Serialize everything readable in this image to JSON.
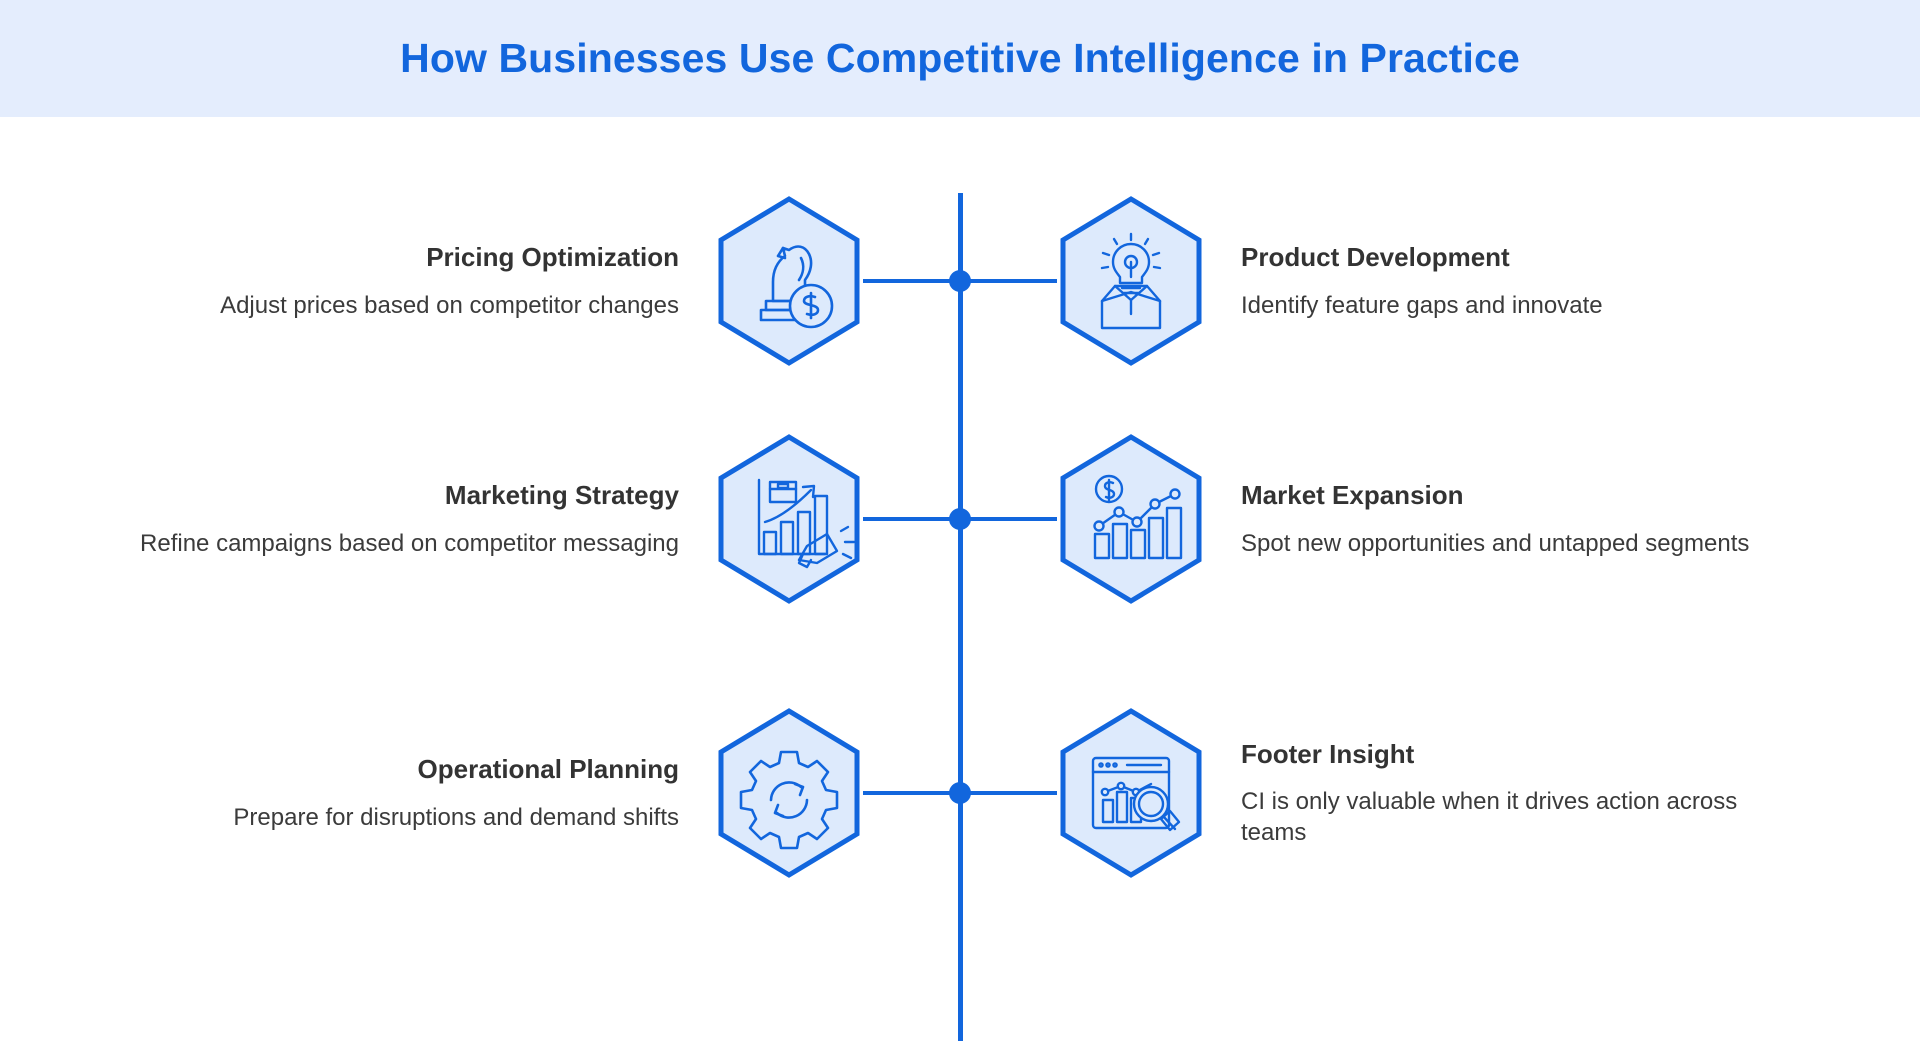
{
  "header": {
    "title": "How Businesses Use Competitive Intelligence in Practice",
    "band_color": "#e4edfd",
    "title_color": "#1266dd"
  },
  "theme": {
    "accent": "#1266dd",
    "hex_fill": "#ddeafc",
    "hex_stroke": "#1266dd",
    "text_color": "#333333",
    "background": "#ffffff"
  },
  "timeline": {
    "orientation": "vertical-center-spine",
    "rows": [
      {
        "left": {
          "title": "Pricing Optimization",
          "description": "Adjust prices based on competitor changes",
          "icon": "chess-knight-dollar-icon"
        },
        "right": {
          "title": "Product Development",
          "description": "Identify feature gaps and innovate",
          "icon": "lightbulb-box-icon"
        }
      },
      {
        "left": {
          "title": "Marketing Strategy",
          "description": "Refine campaigns based on competitor messaging",
          "icon": "bar-chart-megaphone-icon"
        },
        "right": {
          "title": "Market Expansion",
          "description": "Spot new opportunities and untapped segments",
          "icon": "growth-chart-dollar-icon"
        }
      },
      {
        "left": {
          "title": "Operational Planning",
          "description": "Prepare for disruptions and demand shifts",
          "icon": "gear-refresh-icon"
        },
        "right": {
          "title": "Footer Insight",
          "description": "CI is only valuable when it drives action across teams",
          "icon": "dashboard-magnifier-icon"
        }
      }
    ]
  }
}
